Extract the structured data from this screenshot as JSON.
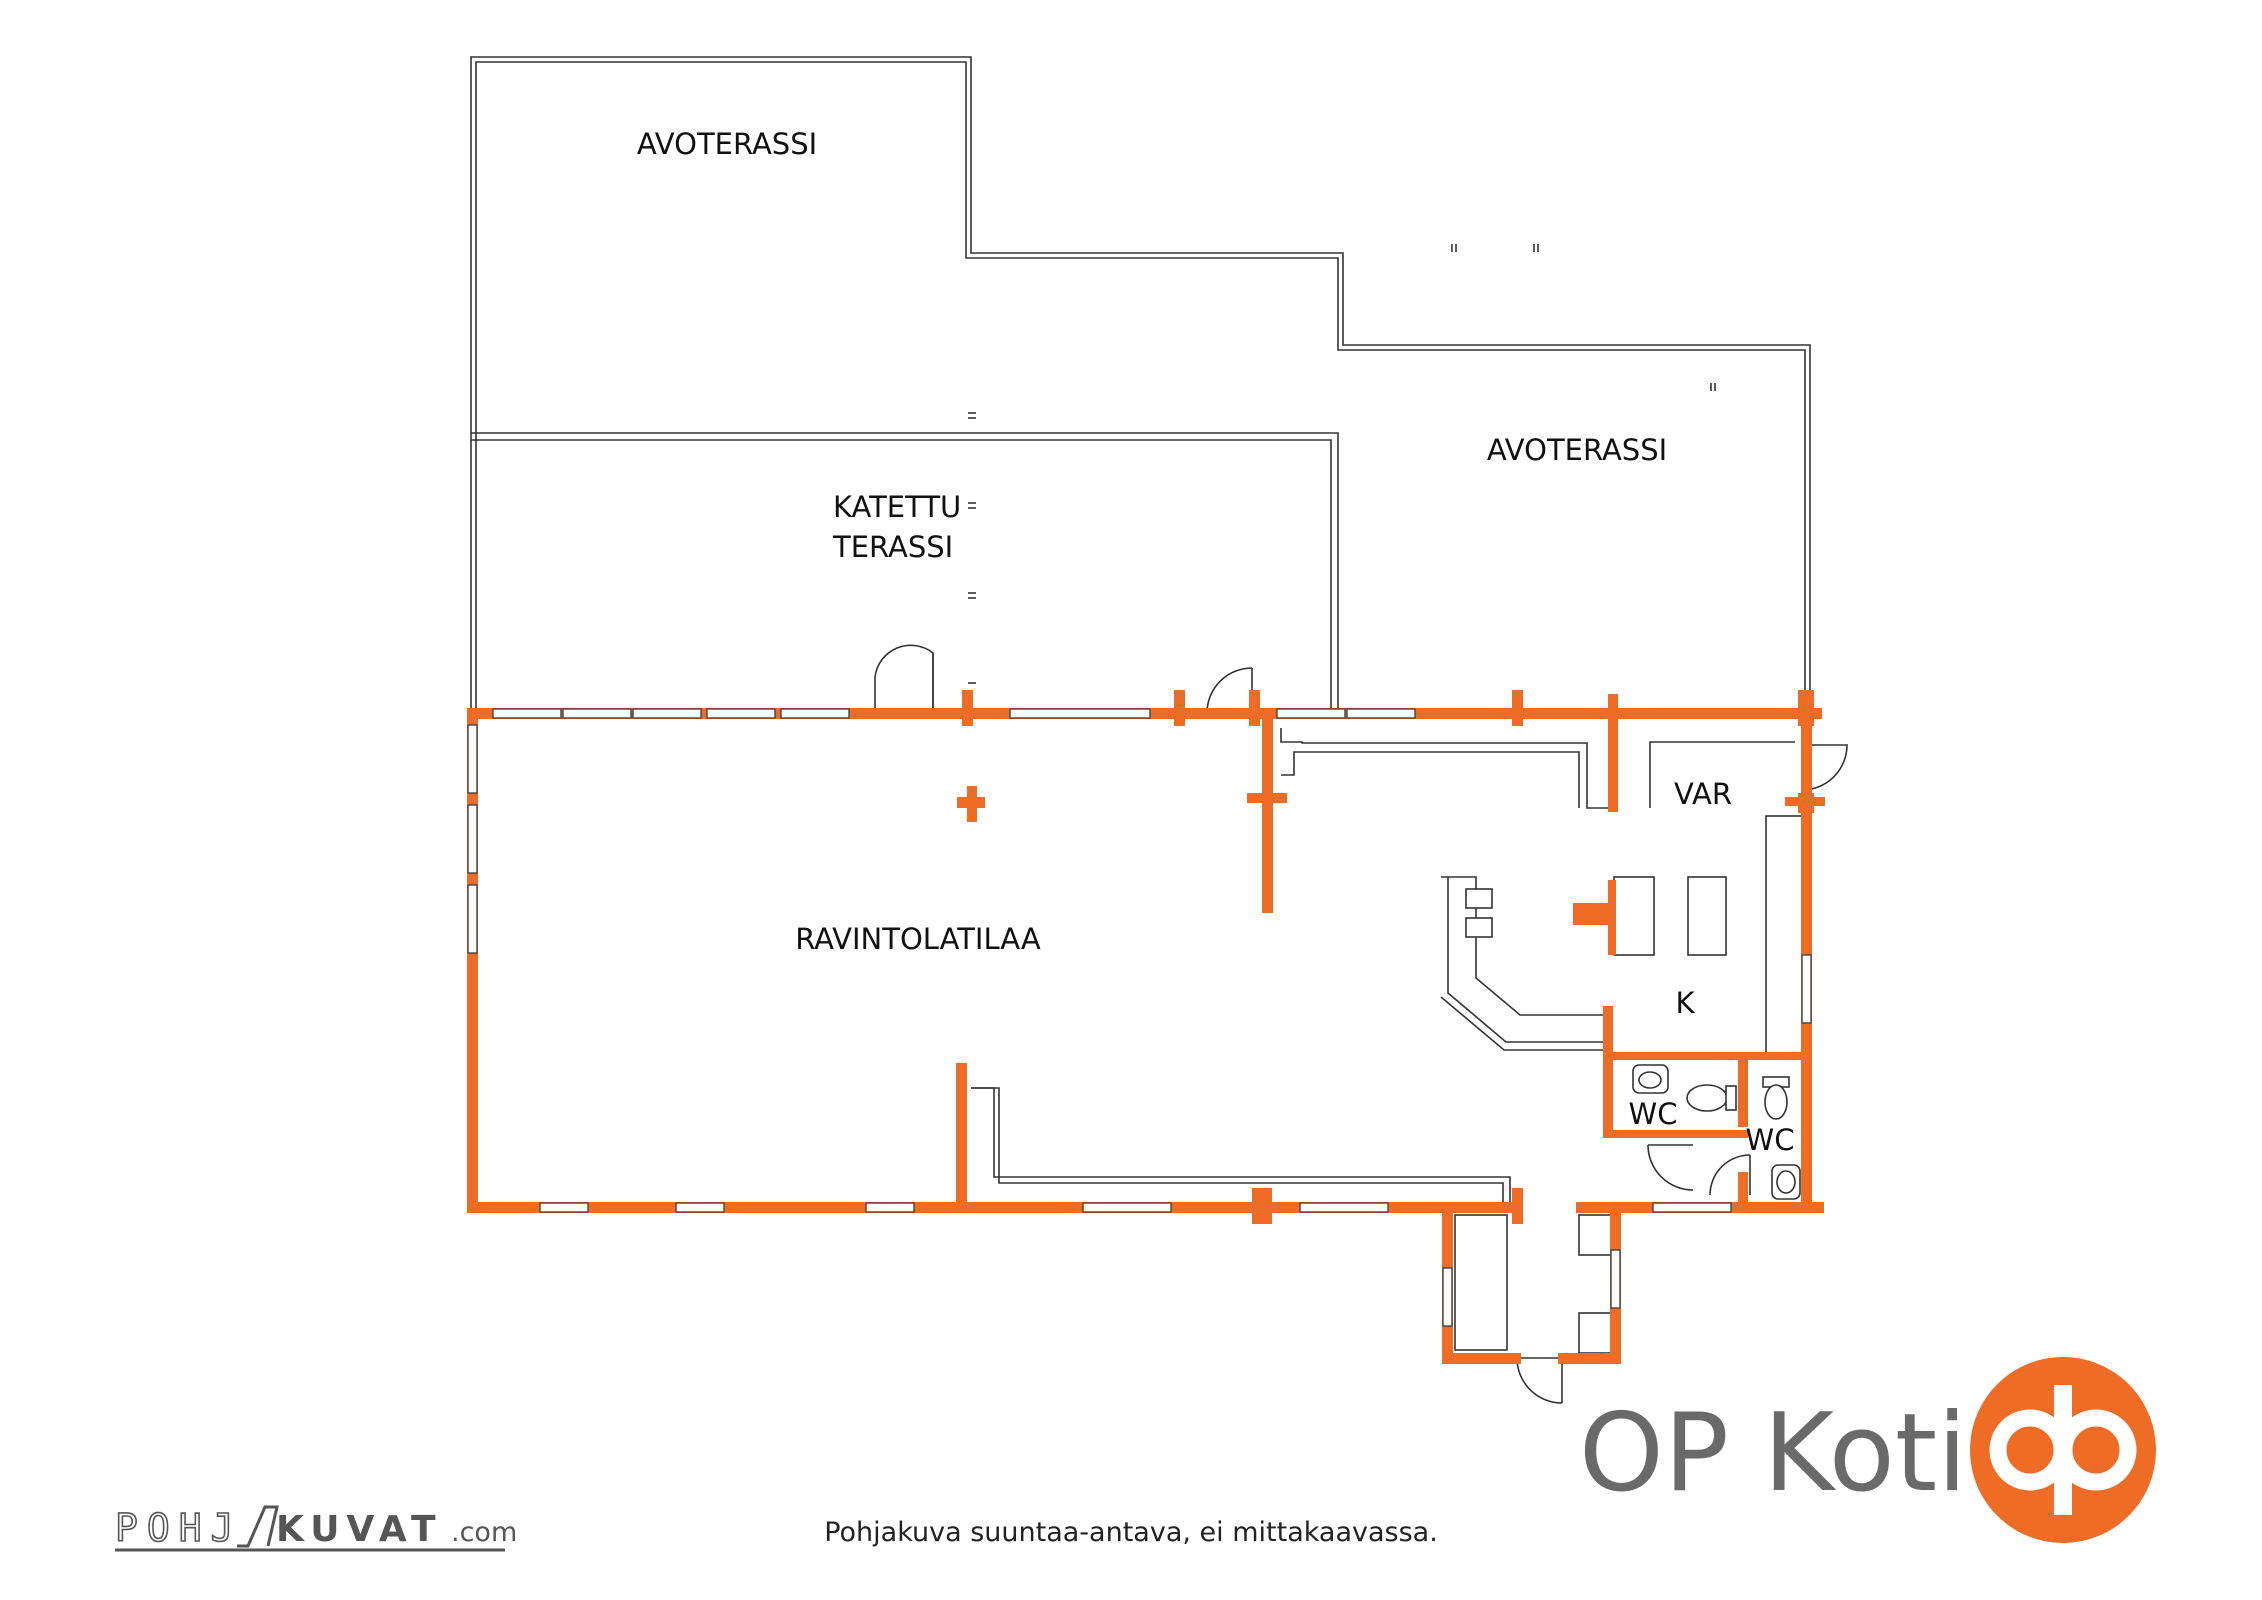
{
  "rooms": {
    "avoterassi_1": "AVOTERASSI",
    "avoterassi_2": "AVOTERASSI",
    "katettu_line1": "KATETTU",
    "katettu_line2": "TERASSI",
    "ravintolatilaa": "RAVINTOLATILAA",
    "var": "VAR",
    "k": "K",
    "wc_1": "WC",
    "wc_2": "WC"
  },
  "caption": "Pohjakuva suuntaa-antava, ei mittakaavassa.",
  "brand": {
    "name": "OP Koti",
    "logo_icon": "op-logo-icon",
    "logo_color": "#ef6c27"
  },
  "watermark": {
    "part1": "POHJ",
    "part2": "KUVAT",
    "suffix": ".com"
  },
  "colors": {
    "wall": "#ef6c27",
    "line": "#333333",
    "brand_text": "#6a6a6a"
  }
}
